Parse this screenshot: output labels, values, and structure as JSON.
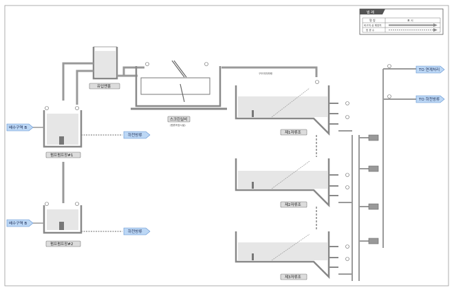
{
  "legend": {
    "title": "범 례",
    "header_name": "명 칭",
    "header_symbol": "표 시",
    "row1_name": "비고처-상 해양치",
    "row2_name": "방 류 수"
  },
  "tanks": {
    "inflow_tank": "유입맨홀",
    "screen": "스크린실비",
    "screen_sub": "(원류저장시설)",
    "pump1": "펌프펌프장#1",
    "pump2": "펌프펌프장#2",
    "sed1": "제1저류조",
    "sed2": "제2저류조",
    "sed3": "제3저류조"
  },
  "inputs": {
    "in1": "배수구역 B",
    "in2": "배수구역 B"
  },
  "outputs": {
    "discharge1": "하천방류",
    "discharge2": "하천방류",
    "to_process": "TO 연계처리",
    "to_river": "TO 하천방류"
  },
  "misc": {
    "pipe_note": "구조미지하행"
  },
  "colors": {
    "water": "#e6e6e6",
    "wall": "#8c8c8c",
    "arrow": "#bcd7f5",
    "arrow_stroke": "#5b8fd0"
  }
}
